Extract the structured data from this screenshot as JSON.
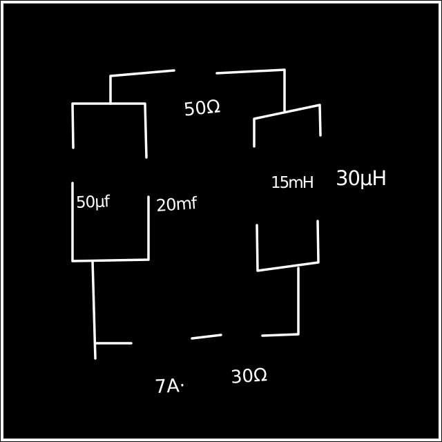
{
  "diagram": {
    "labels": {
      "top_resistor": "50Ω",
      "left_capacitor": "50μf",
      "right_capacitor": "20mf",
      "inner_inductor": "15mH",
      "outer_inductor": "30μH",
      "current": "7A·",
      "bottom_resistor": "30Ω"
    },
    "colors": {
      "background": "#000000",
      "ink": "#ffffff"
    }
  }
}
